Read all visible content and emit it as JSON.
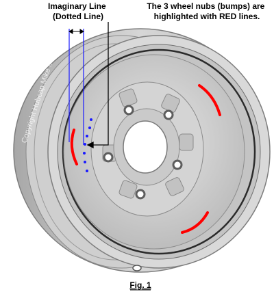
{
  "labels": {
    "imaginary_line_1": "Imaginary Line",
    "imaginary_line_2": "(Dotted Line)",
    "nubs_note_1": "The 3 wheel nubs (bumps) are",
    "nubs_note_2": "highlighted with RED lines.",
    "figure_caption": "Fig. 1",
    "watermark": "Copyright Hubcap Mike Inc."
  },
  "colors": {
    "rim": "#c9c9c9",
    "rim_dark": "#8e8e8e",
    "rim_light": "#e8e8e8",
    "nub_highlight": "#ff0000",
    "guide_line": "#1a1aff",
    "arrow": "#000000"
  }
}
